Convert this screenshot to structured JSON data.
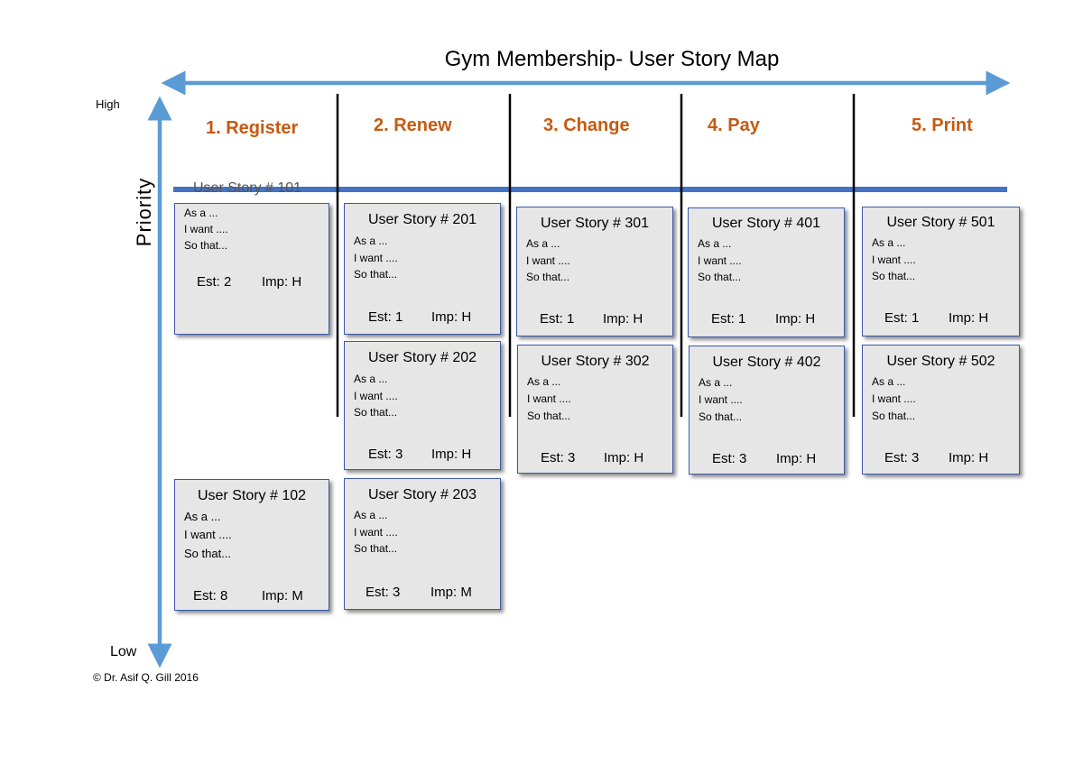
{
  "title": "Gym Membership- User Story Map",
  "axis": {
    "high": "High",
    "low": "Low",
    "priority": "Priority"
  },
  "copyright": "© Dr. Asif Q. Gill 2016",
  "activities": [
    "1. Register",
    "2. Renew",
    "3. Change",
    "4. Pay",
    "5. Print"
  ],
  "overlapped_label": "User Story # 101",
  "stories": [
    {
      "id": "101",
      "title": "",
      "as": "As a ...",
      "want": "I want ....",
      "so": "So that...",
      "est": "Est: 2",
      "imp": "Imp: H"
    },
    {
      "id": "102",
      "title": "User Story # 102",
      "as": "As a ...",
      "want": "I want ....",
      "so": "So that...",
      "est": "Est: 8",
      "imp": "Imp: M"
    },
    {
      "id": "201",
      "title": "User Story # 201",
      "as": "As a ...",
      "want": "I want ....",
      "so": "So that...",
      "est": "Est: 1",
      "imp": "Imp: H"
    },
    {
      "id": "202",
      "title": "User Story # 202",
      "as": "As a ...",
      "want": "I want ....",
      "so": "So that...",
      "est": "Est: 3",
      "imp": "Imp: H"
    },
    {
      "id": "203",
      "title": "User Story # 203",
      "as": "As a ...",
      "want": "I want ....",
      "so": "So that...",
      "est": "Est: 3",
      "imp": "Imp: M"
    },
    {
      "id": "301",
      "title": "User Story # 301",
      "as": "As a ...",
      "want": "I want ....",
      "so": "So that...",
      "est": "Est: 1",
      "imp": "Imp: H"
    },
    {
      "id": "302",
      "title": "User Story # 302",
      "as": "As a ...",
      "want": "I want ....",
      "so": "So that...",
      "est": "Est: 3",
      "imp": "Imp: H"
    },
    {
      "id": "401",
      "title": "User Story # 401",
      "as": "As a ...",
      "want": "I want ....",
      "so": "So that...",
      "est": "Est: 1",
      "imp": "Imp: H"
    },
    {
      "id": "402",
      "title": "User Story # 402",
      "as": "As a ...",
      "want": "I want ....",
      "so": "So that...",
      "est": "Est: 3",
      "imp": "Imp: H"
    },
    {
      "id": "501",
      "title": "User Story # 501",
      "as": "As a ...",
      "want": "I want ....",
      "so": "So that...",
      "est": "Est: 1",
      "imp": "Imp: H"
    },
    {
      "id": "502",
      "title": "User Story # 502",
      "as": "As a ...",
      "want": "I want ....",
      "so": "So that...",
      "est": "Est: 3",
      "imp": "Imp: H"
    }
  ],
  "colors": {
    "arrow": "#5b9bd5",
    "release_line": "#4472c4",
    "activity": "#C55A11",
    "card_fill": "#e6e6e6",
    "card_border": "#3a5aa8"
  }
}
